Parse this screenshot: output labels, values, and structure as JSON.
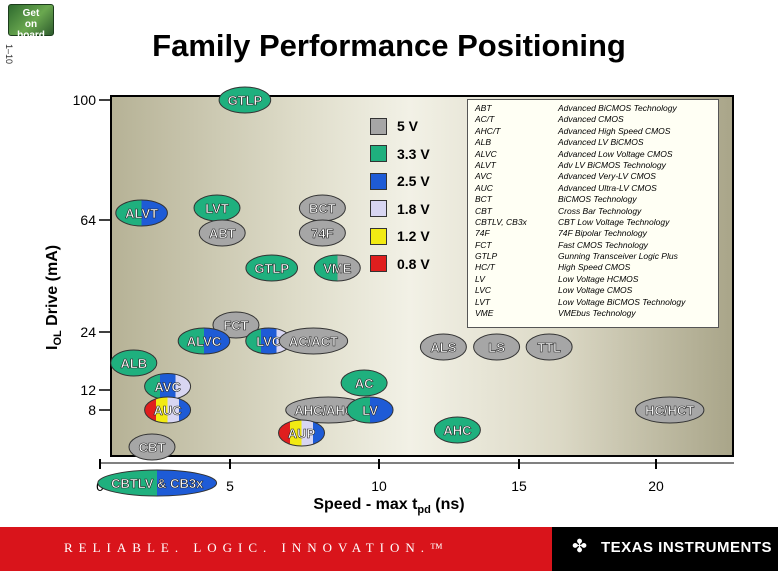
{
  "header": {
    "logo_line1": "Get",
    "logo_line2": "on",
    "logo_line3": "board",
    "page_number": "1–10"
  },
  "title": "Family Performance Positioning",
  "footer": {
    "tagline": "RELIABLE. LOGIC. INNOVATION.™",
    "company": "TEXAS INSTRUMENTS"
  },
  "abbreviations": [
    {
      "abbr": "ABT",
      "desc": "Advanced BiCMOS Technology"
    },
    {
      "abbr": "AC/T",
      "desc": "Advanced CMOS"
    },
    {
      "abbr": "AHC/T",
      "desc": "Advanced High Speed CMOS"
    },
    {
      "abbr": "ALB",
      "desc": "Advanced LV BiCMOS"
    },
    {
      "abbr": "ALVC",
      "desc": "Advanced Low Voltage CMOS"
    },
    {
      "abbr": "ALVT",
      "desc": "Adv LV BiCMOS Technology"
    },
    {
      "abbr": "AVC",
      "desc": "Advanced Very-LV CMOS"
    },
    {
      "abbr": "AUC",
      "desc": "Advanced Ultra-LV CMOS"
    },
    {
      "abbr": "BCT",
      "desc": "BiCMOS Technology"
    },
    {
      "abbr": "CBT",
      "desc": "Cross Bar Technology"
    },
    {
      "abbr": "CBTLV, CB3x",
      "desc": "CBT Low Voltage Technology"
    },
    {
      "abbr": "74F",
      "desc": "74F Bipolar Technology"
    },
    {
      "abbr": "FCT",
      "desc": "Fast CMOS Technology"
    },
    {
      "abbr": "GTLP",
      "desc": "Gunning Transceiver Logic Plus"
    },
    {
      "abbr": "HC/T",
      "desc": "High Speed CMOS"
    },
    {
      "abbr": "LV",
      "desc": "Low Voltage HCMOS"
    },
    {
      "abbr": "LVC",
      "desc": "Low Voltage CMOS"
    },
    {
      "abbr": "LVT",
      "desc": "Low Voltage BiCMOS Technology"
    },
    {
      "abbr": "VME",
      "desc": "VMEbus Technology"
    }
  ],
  "chart_data": {
    "type": "scatter",
    "title": "Family Performance Positioning",
    "xlabel": "Speed - max t",
    "xlabel_sub": "pd",
    "xlabel_suffix": " (ns)",
    "ylabel_pre": "I",
    "ylabel_sub": "OL",
    "ylabel_post": " Drive (mA)",
    "xlim": [
      0,
      23
    ],
    "ylim": [
      0,
      100
    ],
    "x_ticks": [
      0,
      5,
      10,
      15,
      20
    ],
    "y_ticks": [
      8,
      12,
      24,
      64,
      100
    ],
    "y_scale": "nonlinear",
    "legend": [
      {
        "label": "5 V",
        "color": "#a6a6a6"
      },
      {
        "label": "3.3 V",
        "color": "#1fb07e"
      },
      {
        "label": "2.5 V",
        "color": "#1e5bd6"
      },
      {
        "label": "1.8 V",
        "color": "#d8d6f2"
      },
      {
        "label": "1.2 V",
        "color": "#f2ea13"
      },
      {
        "label": "0.8 V",
        "color": "#e01e1e"
      }
    ],
    "points": [
      {
        "label": "GTLP",
        "x": 5.5,
        "y": 100,
        "colors": [
          "#1fb07e"
        ]
      },
      {
        "label": "ALVT",
        "x": 1.6,
        "y": 66,
        "colors": [
          "#1fb07e",
          "#1e5bd6"
        ]
      },
      {
        "label": "LVT",
        "x": 4.5,
        "y": 67,
        "colors": [
          "#1fb07e"
        ]
      },
      {
        "label": "ABT",
        "x": 4.7,
        "y": 61,
        "colors": [
          "#a6a6a6"
        ]
      },
      {
        "label": "BCT",
        "x": 8.1,
        "y": 67,
        "colors": [
          "#a6a6a6"
        ]
      },
      {
        "label": "74F",
        "x": 8.1,
        "y": 61,
        "colors": [
          "#a6a6a6"
        ]
      },
      {
        "label": "GTLP",
        "x": 6.4,
        "y": 45,
        "colors": [
          "#1fb07e"
        ]
      },
      {
        "label": "VME",
        "x": 8.6,
        "y": 45,
        "colors": [
          "#1fb07e",
          "#a6a6a6"
        ]
      },
      {
        "label": "FCT",
        "x": 5.2,
        "y": 26,
        "colors": [
          "#a6a6a6"
        ]
      },
      {
        "label": "ALVC",
        "x": 4.0,
        "y": 22,
        "colors": [
          "#1fb07e",
          "#1e5bd6"
        ]
      },
      {
        "label": "LVC",
        "x": 6.3,
        "y": 22,
        "colors": [
          "#1fb07e",
          "#1e5bd6",
          "#d8d6f2"
        ]
      },
      {
        "label": "AC/ACT",
        "x": 7.8,
        "y": 22,
        "colors": [
          "#a6a6a6"
        ]
      },
      {
        "label": "ALS",
        "x": 12.3,
        "y": 20,
        "colors": [
          "#a6a6a6"
        ]
      },
      {
        "label": "LS",
        "x": 14.2,
        "y": 20,
        "colors": [
          "#a6a6a6"
        ]
      },
      {
        "label": "TTL",
        "x": 16.1,
        "y": 20,
        "colors": [
          "#a6a6a6"
        ]
      },
      {
        "label": "ALB",
        "x": 1.3,
        "y": 15,
        "colors": [
          "#1fb07e"
        ]
      },
      {
        "label": "AVC",
        "x": 2.6,
        "y": 12.5,
        "colors": [
          "#1fb07e",
          "#1e5bd6",
          "#d8d6f2"
        ]
      },
      {
        "label": "AUC",
        "x": 2.6,
        "y": 8,
        "colors": [
          "#e01e1e",
          "#f2ea13",
          "#d8d6f2",
          "#1e5bd6"
        ]
      },
      {
        "label": "AC",
        "x": 9.5,
        "y": 13,
        "colors": [
          "#1fb07e"
        ]
      },
      {
        "label": "AHC/AHCT",
        "x": 8.3,
        "y": 8,
        "colors": [
          "#a6a6a6"
        ]
      },
      {
        "label": "LV",
        "x": 9.7,
        "y": 8,
        "colors": [
          "#1fb07e",
          "#1e5bd6"
        ]
      },
      {
        "label": "AUP",
        "x": 7.4,
        "y": 4,
        "colors": [
          "#e01e1e",
          "#f2ea13",
          "#d8d6f2",
          "#1e5bd6"
        ]
      },
      {
        "label": "AHC",
        "x": 12.8,
        "y": 4.5,
        "colors": [
          "#1fb07e"
        ]
      },
      {
        "label": "HC/HCT",
        "x": 20.5,
        "y": 8,
        "colors": [
          "#a6a6a6"
        ]
      },
      {
        "label": "CBT",
        "x": 2.0,
        "y": 3,
        "colors": [
          "#a6a6a6"
        ]
      },
      {
        "label": "CBTLV & CB3x",
        "x": 2.2,
        "y": -3,
        "colors": [
          "#1fb07e",
          "#1e5bd6"
        ]
      }
    ]
  }
}
